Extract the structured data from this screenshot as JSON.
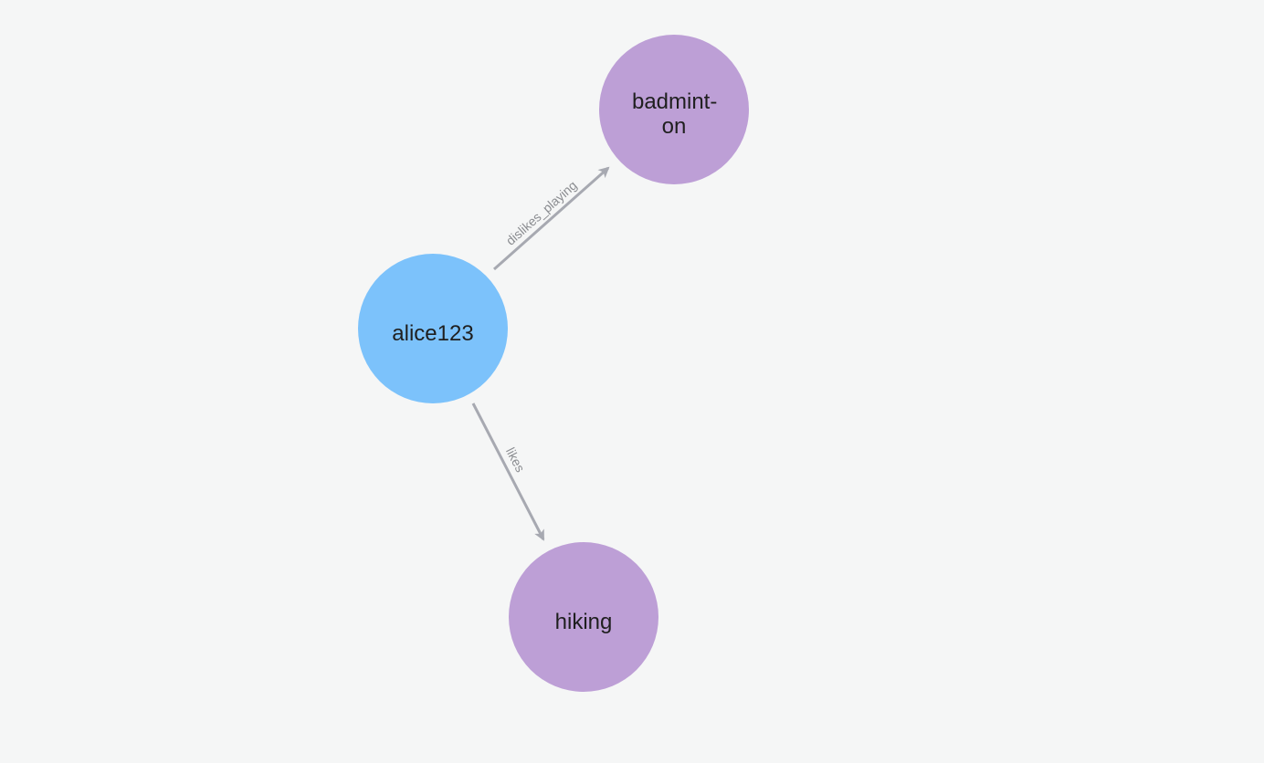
{
  "graph": {
    "nodes": [
      {
        "id": "alice123",
        "label_lines": [
          "alice123"
        ],
        "color": "#7cc2fb"
      },
      {
        "id": "badminton",
        "label_lines": [
          "badmint-",
          "on"
        ],
        "color": "#bd9fd6"
      },
      {
        "id": "hiking",
        "label_lines": [
          "hiking"
        ],
        "color": "#bd9fd6"
      }
    ],
    "edges": [
      {
        "from": "alice123",
        "to": "badminton",
        "label": "dislikes_playing"
      },
      {
        "from": "alice123",
        "to": "hiking",
        "label": "likes"
      }
    ],
    "edge_color": "#a7a9b1"
  }
}
